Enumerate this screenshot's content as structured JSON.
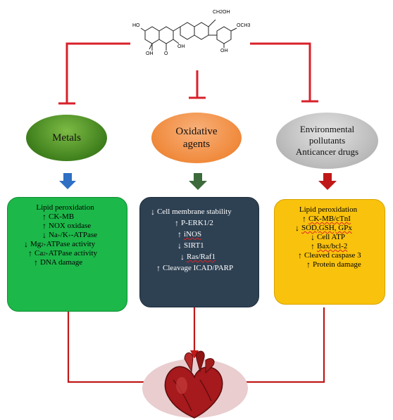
{
  "nodes": {
    "metals": {
      "label": "Metals",
      "color": "#3f7f1c"
    },
    "oxidative": {
      "label_line1": "Oxidative",
      "label_line2": "agents",
      "color": "#f08a3c"
    },
    "environmental": {
      "label_line1": "Environmental",
      "label_line2": "pollutants",
      "label_line3": "Anticancer drugs",
      "color": "#b9b9b9"
    }
  },
  "boxes": {
    "left": {
      "color": "#1db84a",
      "items": [
        {
          "arrow": "none",
          "text": "Lipid peroxidation"
        },
        {
          "arrow": "up",
          "text": "CK-MB"
        },
        {
          "arrow": "up",
          "text": "NOX oxidase"
        },
        {
          "arrow": "down",
          "text_a": "Na",
          "sup1": "+",
          "text_b": "/K",
          "sup2": "+",
          "text_c": "-ATPase"
        },
        {
          "arrow": "down",
          "text_a": "Mg",
          "sup1": "2+",
          "text_b": "ATPase activity"
        },
        {
          "arrow": "up",
          "text_a": "Ca",
          "sup1": "2+",
          "text_b": "ATPase activity"
        },
        {
          "arrow": "up",
          "text": "DNA damage"
        }
      ]
    },
    "middle": {
      "color": "#2e4153",
      "items": [
        {
          "arrow": "down",
          "text": "Cell membrane stability"
        },
        {
          "arrow": "up",
          "text": "P-ERK1/2"
        },
        {
          "arrow": "up",
          "text": "iNOS"
        },
        {
          "arrow": "down",
          "text": "SIRT1"
        },
        {
          "arrow": "down",
          "text": "Ras/Raf1"
        },
        {
          "arrow": "up",
          "text": "Cleavage ICAD/PARP"
        }
      ]
    },
    "right": {
      "color": "#f9c20d",
      "items": [
        {
          "arrow": "none",
          "text": "Lipid peroxidation"
        },
        {
          "arrow": "up",
          "text": "CK-MB/cTnI"
        },
        {
          "arrow": "down",
          "text": "SOD,GSH, GPx"
        },
        {
          "arrow": "down",
          "text": "Cell ATP"
        },
        {
          "arrow": "up",
          "text": "Bax/bcl-2"
        },
        {
          "arrow": "up",
          "text": "Cleaved caspase 3"
        },
        {
          "arrow": "up",
          "text": "Protein damage"
        }
      ]
    }
  },
  "molecule": {
    "labels": {
      "oh1": "HO",
      "oh2": "OH",
      "oh3": "OH",
      "oh4": "OH",
      "och3": "OCH3",
      "ch2oh": "CH2OH",
      "o": "O"
    }
  },
  "colors": {
    "inhibit_line": "#d8202a",
    "arrow_blue": "#2f6fc4",
    "arrow_green": "#3d6a3b",
    "arrow_red": "#c01818"
  }
}
